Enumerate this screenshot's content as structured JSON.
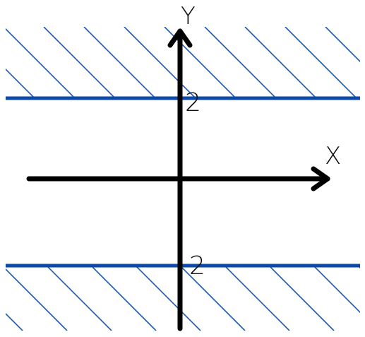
{
  "labels": {
    "x_axis": "X",
    "y_axis": "Y",
    "upper_line": "2",
    "lower_line": "2"
  },
  "colors": {
    "axis": "#000000",
    "boundary": "#0b4aa6",
    "hatch": "#1a56b8",
    "text": "#111111"
  }
}
